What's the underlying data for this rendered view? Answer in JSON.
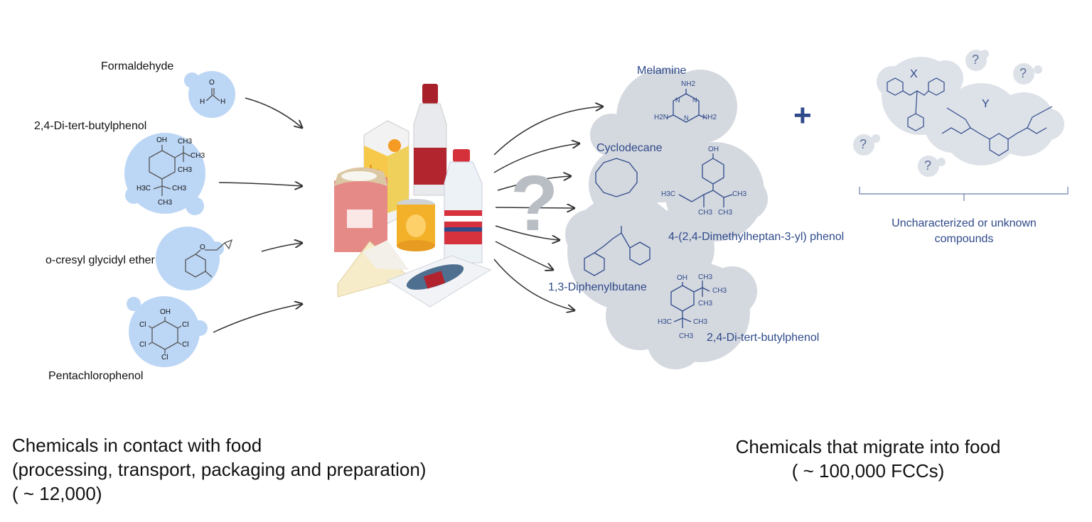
{
  "left_labels": {
    "formaldehyde": "Formaldehyde",
    "dtbp": "2,4-Di-tert-butylphenol",
    "cresyl": "o-cresyl glycidyl ether",
    "pcp": "Pentachlorophenol"
  },
  "right_labels": {
    "melamine": "Melamine",
    "cyclodecane": "Cyclodecane",
    "dimethylheptyl": "4-(2,4-Dimethylheptan-3-yl) phenol",
    "diphenylbutane": "1,3-Diphenylbutane",
    "dtbp": "2,4-Di-tert-butylphenol"
  },
  "atoms": {
    "H": "H",
    "O": "O",
    "OH": "OH",
    "Cl": "Cl",
    "CH3": "CH3",
    "H3C": "H3C",
    "NH2": "NH2",
    "H2N": "H2N",
    "N": "N"
  },
  "unknown": {
    "x": "X",
    "y": "Y",
    "q": "?",
    "line1": "Uncharacterized  or unknown",
    "line2": "compounds"
  },
  "plus": "+",
  "question": "?",
  "captions": {
    "left": [
      "Chemicals in contact with food",
      "(processing, transport, packaging and preparation)",
      "( ~ 12,000)"
    ],
    "right": [
      "Chemicals that migrate into food",
      "( ~ 100,000 FCCs)"
    ]
  },
  "colors": {
    "left_bubble": "#bcd6f5",
    "right_cloud": "#d4d8df",
    "unknown_cloud": "#dde1e8",
    "dark_blue": "#2f4a8a",
    "structure": "#555555"
  }
}
